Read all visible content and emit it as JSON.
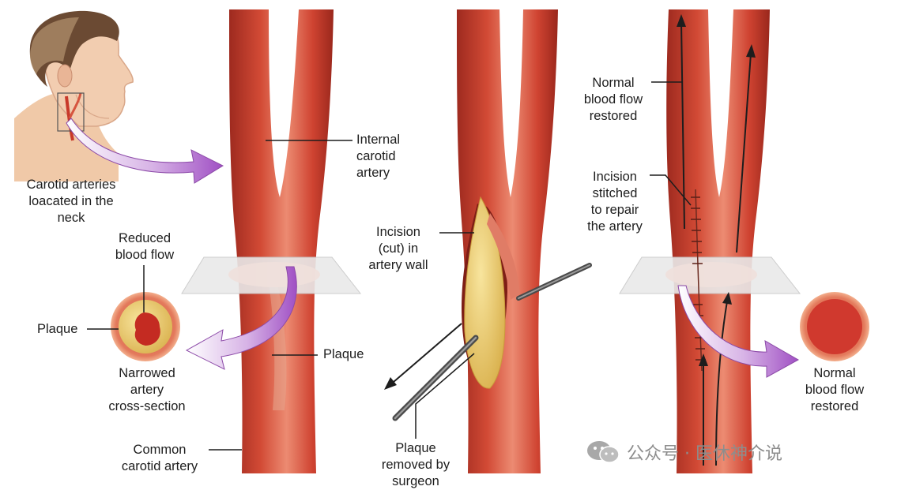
{
  "labels": {
    "carotid_arteries_neck": "Carotid arteries\nloacated in the\nneck",
    "internal_carotid": "Internal\ncarotid\nartery",
    "reduced_flow": "Reduced\nblood flow",
    "plaque_left": "Plaque",
    "narrowed": "Narrowed\nartery\ncross-section",
    "plaque_mid": "Plaque",
    "common_carotid": "Common\ncarotid artery",
    "incision": "Incision\n(cut) in\nartery wall",
    "plaque_removed": "Plaque\nremoved by\nsurgeon",
    "normal_top": "Normal\nblood flow\nrestored",
    "stitched": "Incision\nstitched\nto repair\nthe artery",
    "normal_right": "Normal\nblood flow\nrestored"
  },
  "watermark": {
    "account": "公众号 · 医休神介说",
    "icon": "wechat-icon"
  },
  "colors": {
    "artery": "#c8392a",
    "artery_highlight": "#e8806a",
    "plaque": "#e8c766",
    "flow_arrow": "#9b59b6",
    "text": "#1d1d1d"
  }
}
